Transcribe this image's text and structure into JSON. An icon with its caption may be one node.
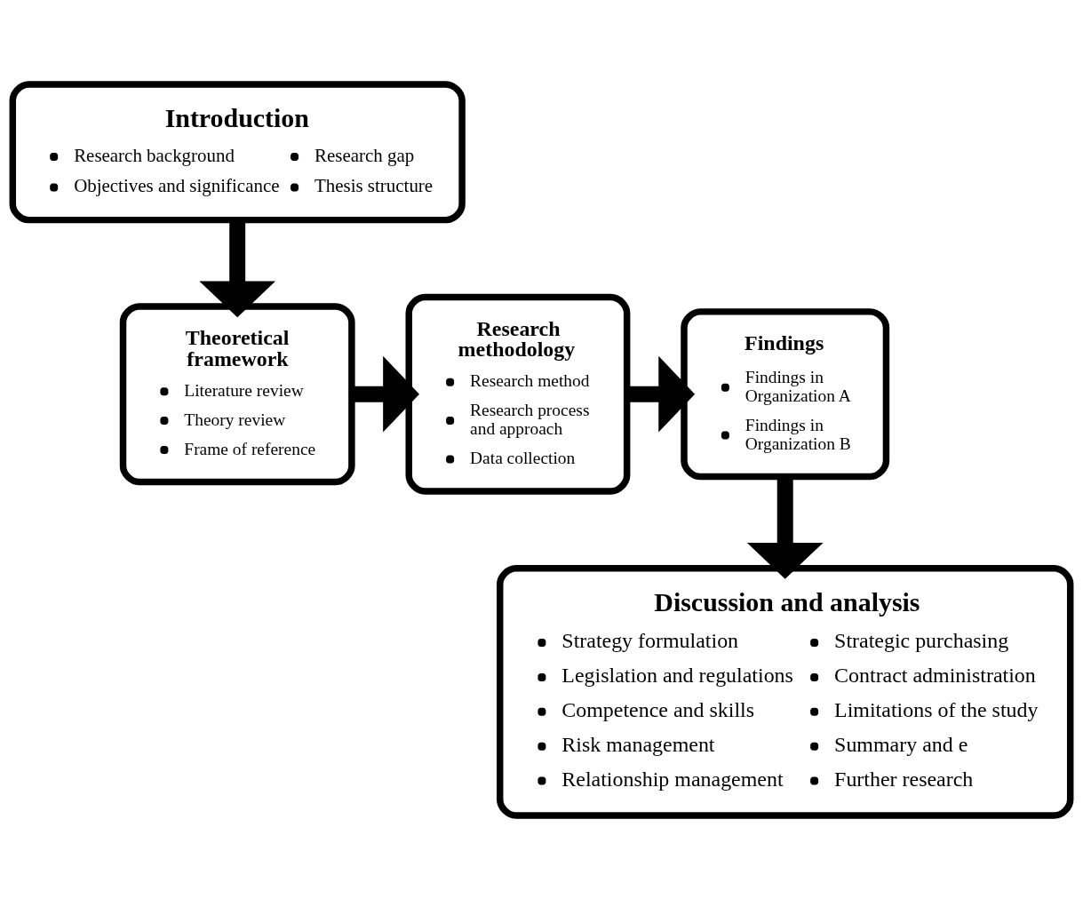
{
  "diagram": {
    "nodes": [
      {
        "text": [
          "Introduction",
          "Research background",
          "Research gap",
          "Objectives and significance",
          "Thesis structure"
        ]
      },
      {
        "text": [
          "Theoretical framework",
          "Literature review",
          "Theory review",
          "Frame of reference"
        ]
      },
      {
        "text": [
          "Research methodology",
          "Research method",
          "Research process and approach",
          "Data collection"
        ]
      },
      {
        "text": [
          "Findings",
          "Findings in Organization A",
          "Findings in Organization B"
        ]
      },
      {
        "text": [
          "Discussion and analysis",
          "Strategy formulation",
          "Strategic purchasing",
          "Legislation and regulations",
          "Contract administration",
          "Competence and skills",
          "Limitations of the study",
          "Risk management",
          "Summary and e",
          "Relationship management",
          "Further research"
        ]
      }
    ],
    "edges": [
      {
        "from": 0,
        "to": 1,
        "arrow": "to"
      },
      {
        "from": 1,
        "to": 2,
        "arrow": "to"
      },
      {
        "from": 2,
        "to": 3,
        "arrow": "to"
      },
      {
        "from": 3,
        "to": 4,
        "arrow": "to"
      }
    ]
  }
}
